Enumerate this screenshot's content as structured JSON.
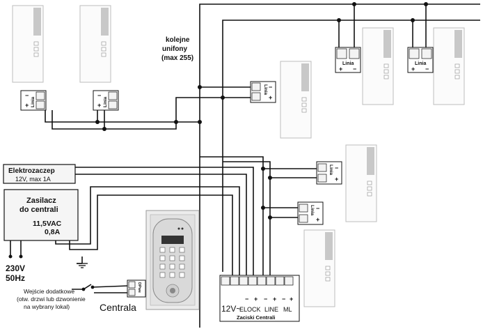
{
  "labels": {
    "kolejne_1": "kolejne",
    "kolejne_2": "unifony",
    "kolejne_3": "(max 255)",
    "electro_title": "Elektrozaczep",
    "electro_spec": "12V, max 1A",
    "psu_title_1": "Zasilacz",
    "psu_title_2": "do centrali",
    "psu_voltage": "11,5VAC",
    "psu_current": "0,8A",
    "mains_voltage": "230V",
    "mains_freq": "50Hz",
    "extra_input_1": "Wejście dodatkowe",
    "extra_input_2": "(otw. drzwi lub dzwonienie",
    "extra_input_3": "na wybrany lokal)",
    "centrala": "Centrala",
    "terminal_12v": "12V~",
    "terminal_elock": "ELOCK",
    "terminal_line": "LINE",
    "terminal_ml": "ML",
    "terminal_title": "Zaciski Centrali",
    "linia": "Linia"
  },
  "colors": {
    "wire": "#111111",
    "panel_bg": "#ececec",
    "box_bg": "#f5f5f5",
    "handset": "#fbfbfb",
    "handset_stroke": "#bdbdbd"
  }
}
